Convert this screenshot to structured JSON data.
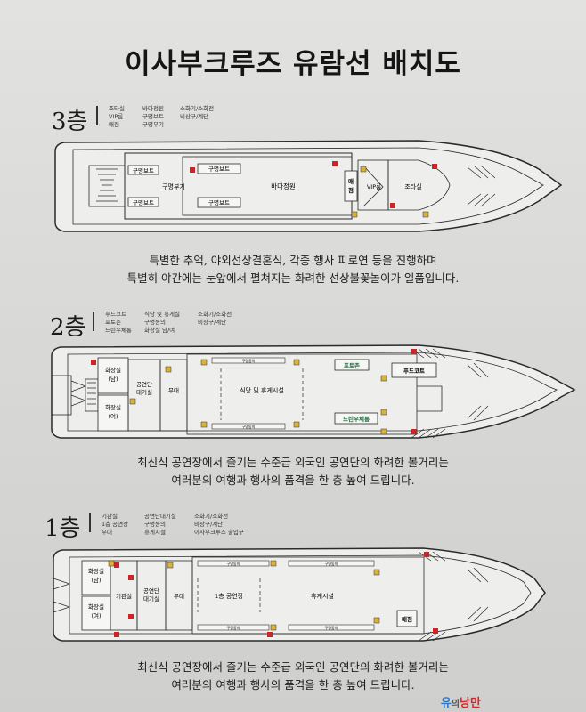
{
  "title": "이사부크루즈 유람선 배치도",
  "floors": {
    "f3": {
      "label": "3층",
      "legend": [
        [
          "조타실",
          "VIP룸",
          "매점"
        ],
        [
          "바다정원",
          "구명보트",
          "구명부기"
        ],
        [
          "소화기/소화전",
          "비상구/계단"
        ]
      ],
      "rooms": {
        "lifeboat": "구명보트",
        "liferaft": "구명부기",
        "sea_garden": "바다정원",
        "shop": "매점",
        "vip": "VIP룸",
        "bridge": "조타실"
      },
      "caption": [
        "특별한 추억, 야외선상결혼식, 각종 행사 피로연 등을 진행하며",
        "특별히 야간에는 눈앞에서 펼쳐지는 화려한 선상불꽃놀이가 일품입니다."
      ]
    },
    "f2": {
      "label": "2층",
      "legend": [
        [
          "푸드코트",
          "포토존",
          "느린우체통"
        ],
        [
          "식당 및 휴게실",
          "구명동의",
          "화장실 남/여"
        ],
        [
          "소화기/소화전",
          "비상구/계단"
        ]
      ],
      "rooms": {
        "restroom_m": "화장실",
        "restroom_m_sub": "(남)",
        "restroom_f": "화장실",
        "restroom_f_sub": "(여)",
        "waiting_1": "공연단",
        "waiting_2": "대기실",
        "stage": "무대",
        "dining": "식당 및 휴게시설",
        "photo": "포토존",
        "slow_post": "느린우체통",
        "food": "푸드코트",
        "vest": "구명동의"
      },
      "caption": [
        "최신식 공연장에서 즐기는 수준급 외국인 공연단의 화려한 볼거리는",
        "여러분의 여행과 행사의 품격을 한 층 높여 드립니다."
      ]
    },
    "f1": {
      "label": "1층",
      "legend": [
        [
          "기관실",
          "1층 공연장",
          "무대"
        ],
        [
          "공연단대기실",
          "구명동의",
          "휴게시설"
        ],
        [
          "소화기/소화전",
          "비상구/계단",
          "이사부크루즈 출입구"
        ]
      ],
      "rooms": {
        "restroom_m": "화장실",
        "restroom_m_sub": "(남)",
        "restroom_f": "화장실",
        "restroom_f_sub": "(여)",
        "engine": "기관실",
        "waiting_1": "공연단",
        "waiting_2": "대기실",
        "stage": "무대",
        "hall": "1층 공연장",
        "rest": "휴게시설",
        "shop": "매점",
        "vest": "구명동의"
      },
      "caption": [
        "최신식 공연장에서 즐기는 수준급 외국인 공연단의 화려한 볼거리는",
        "여러분의 여행과 행사의 품격을 한 층 높여 드립니다."
      ]
    }
  },
  "watermark": {
    "part1": "유",
    "part2": "의",
    "part3": "낭만"
  },
  "colors": {
    "extinguisher": "#c8262b",
    "exit": "#d8b23a",
    "hull_fill": "#eeeeec",
    "line": "#2a2a2a",
    "green_label": "#1f6b3a"
  }
}
